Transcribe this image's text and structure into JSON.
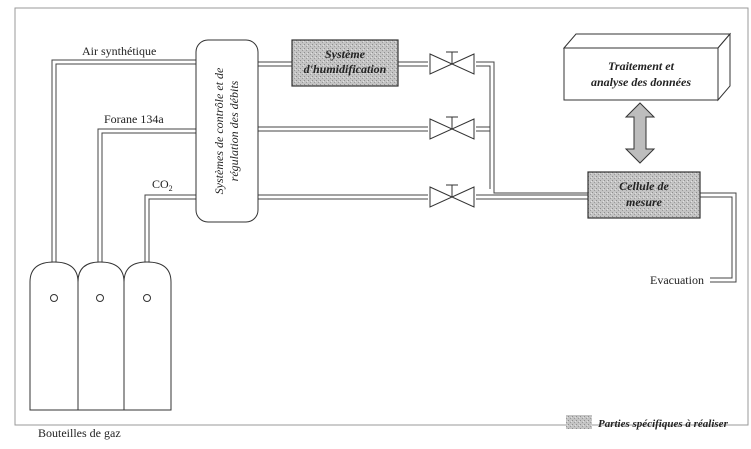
{
  "diagram": {
    "gas_lines": {
      "air": "Air synthétique",
      "forane": "Forane 134a",
      "co2_prefix": "CO",
      "co2_sub": "2"
    },
    "controller": {
      "line1": "Systèmes de contrôle et de",
      "line2": "régulation des débits"
    },
    "humidifier": {
      "line1": "Système",
      "line2": "d'humidification"
    },
    "processing": {
      "line1": "Traitement et",
      "line2": "analyse des données"
    },
    "cell": {
      "line1": "Cellule de",
      "line2": "mesure"
    },
    "evacuation": "Evacuation",
    "bottles_caption": "Bouteilles de gaz",
    "legend": {
      "label": "Parties spécifiques à réaliser",
      "swatch_color": "#b8b8b8"
    }
  }
}
